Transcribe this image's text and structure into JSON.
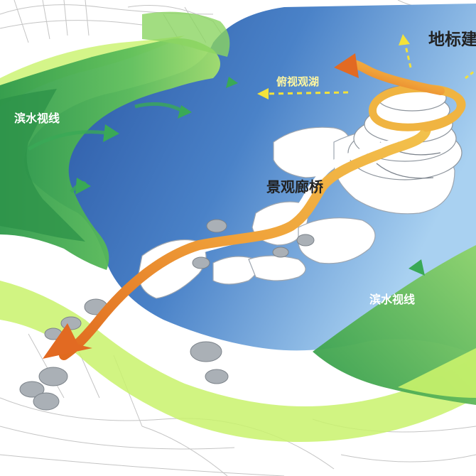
{
  "labels": {
    "landmark_building": "地标建筑",
    "overlook_lake": "俯视观湖",
    "waterfront_view_left": "滨水视线",
    "landscape_bridge": "景观廊桥",
    "waterfront_view_right": "滨水视线"
  },
  "colors": {
    "lake_deep": "#2f5fae",
    "lake_light": "#9cc8ee",
    "green_dark": "#2e9a4a",
    "green_light": "#8fd35c",
    "lime": "#c8f06a",
    "bridge_orange": "#e8832e",
    "bridge_gold": "#f0b441",
    "arrow_yellow": "#f3e23a",
    "line_gray": "#b7b7b7",
    "tree_gray": "#a9aeb3"
  },
  "icons": [
    "dashed-arrow-icon",
    "orange-arrow-icon",
    "green-arrow-icon"
  ]
}
